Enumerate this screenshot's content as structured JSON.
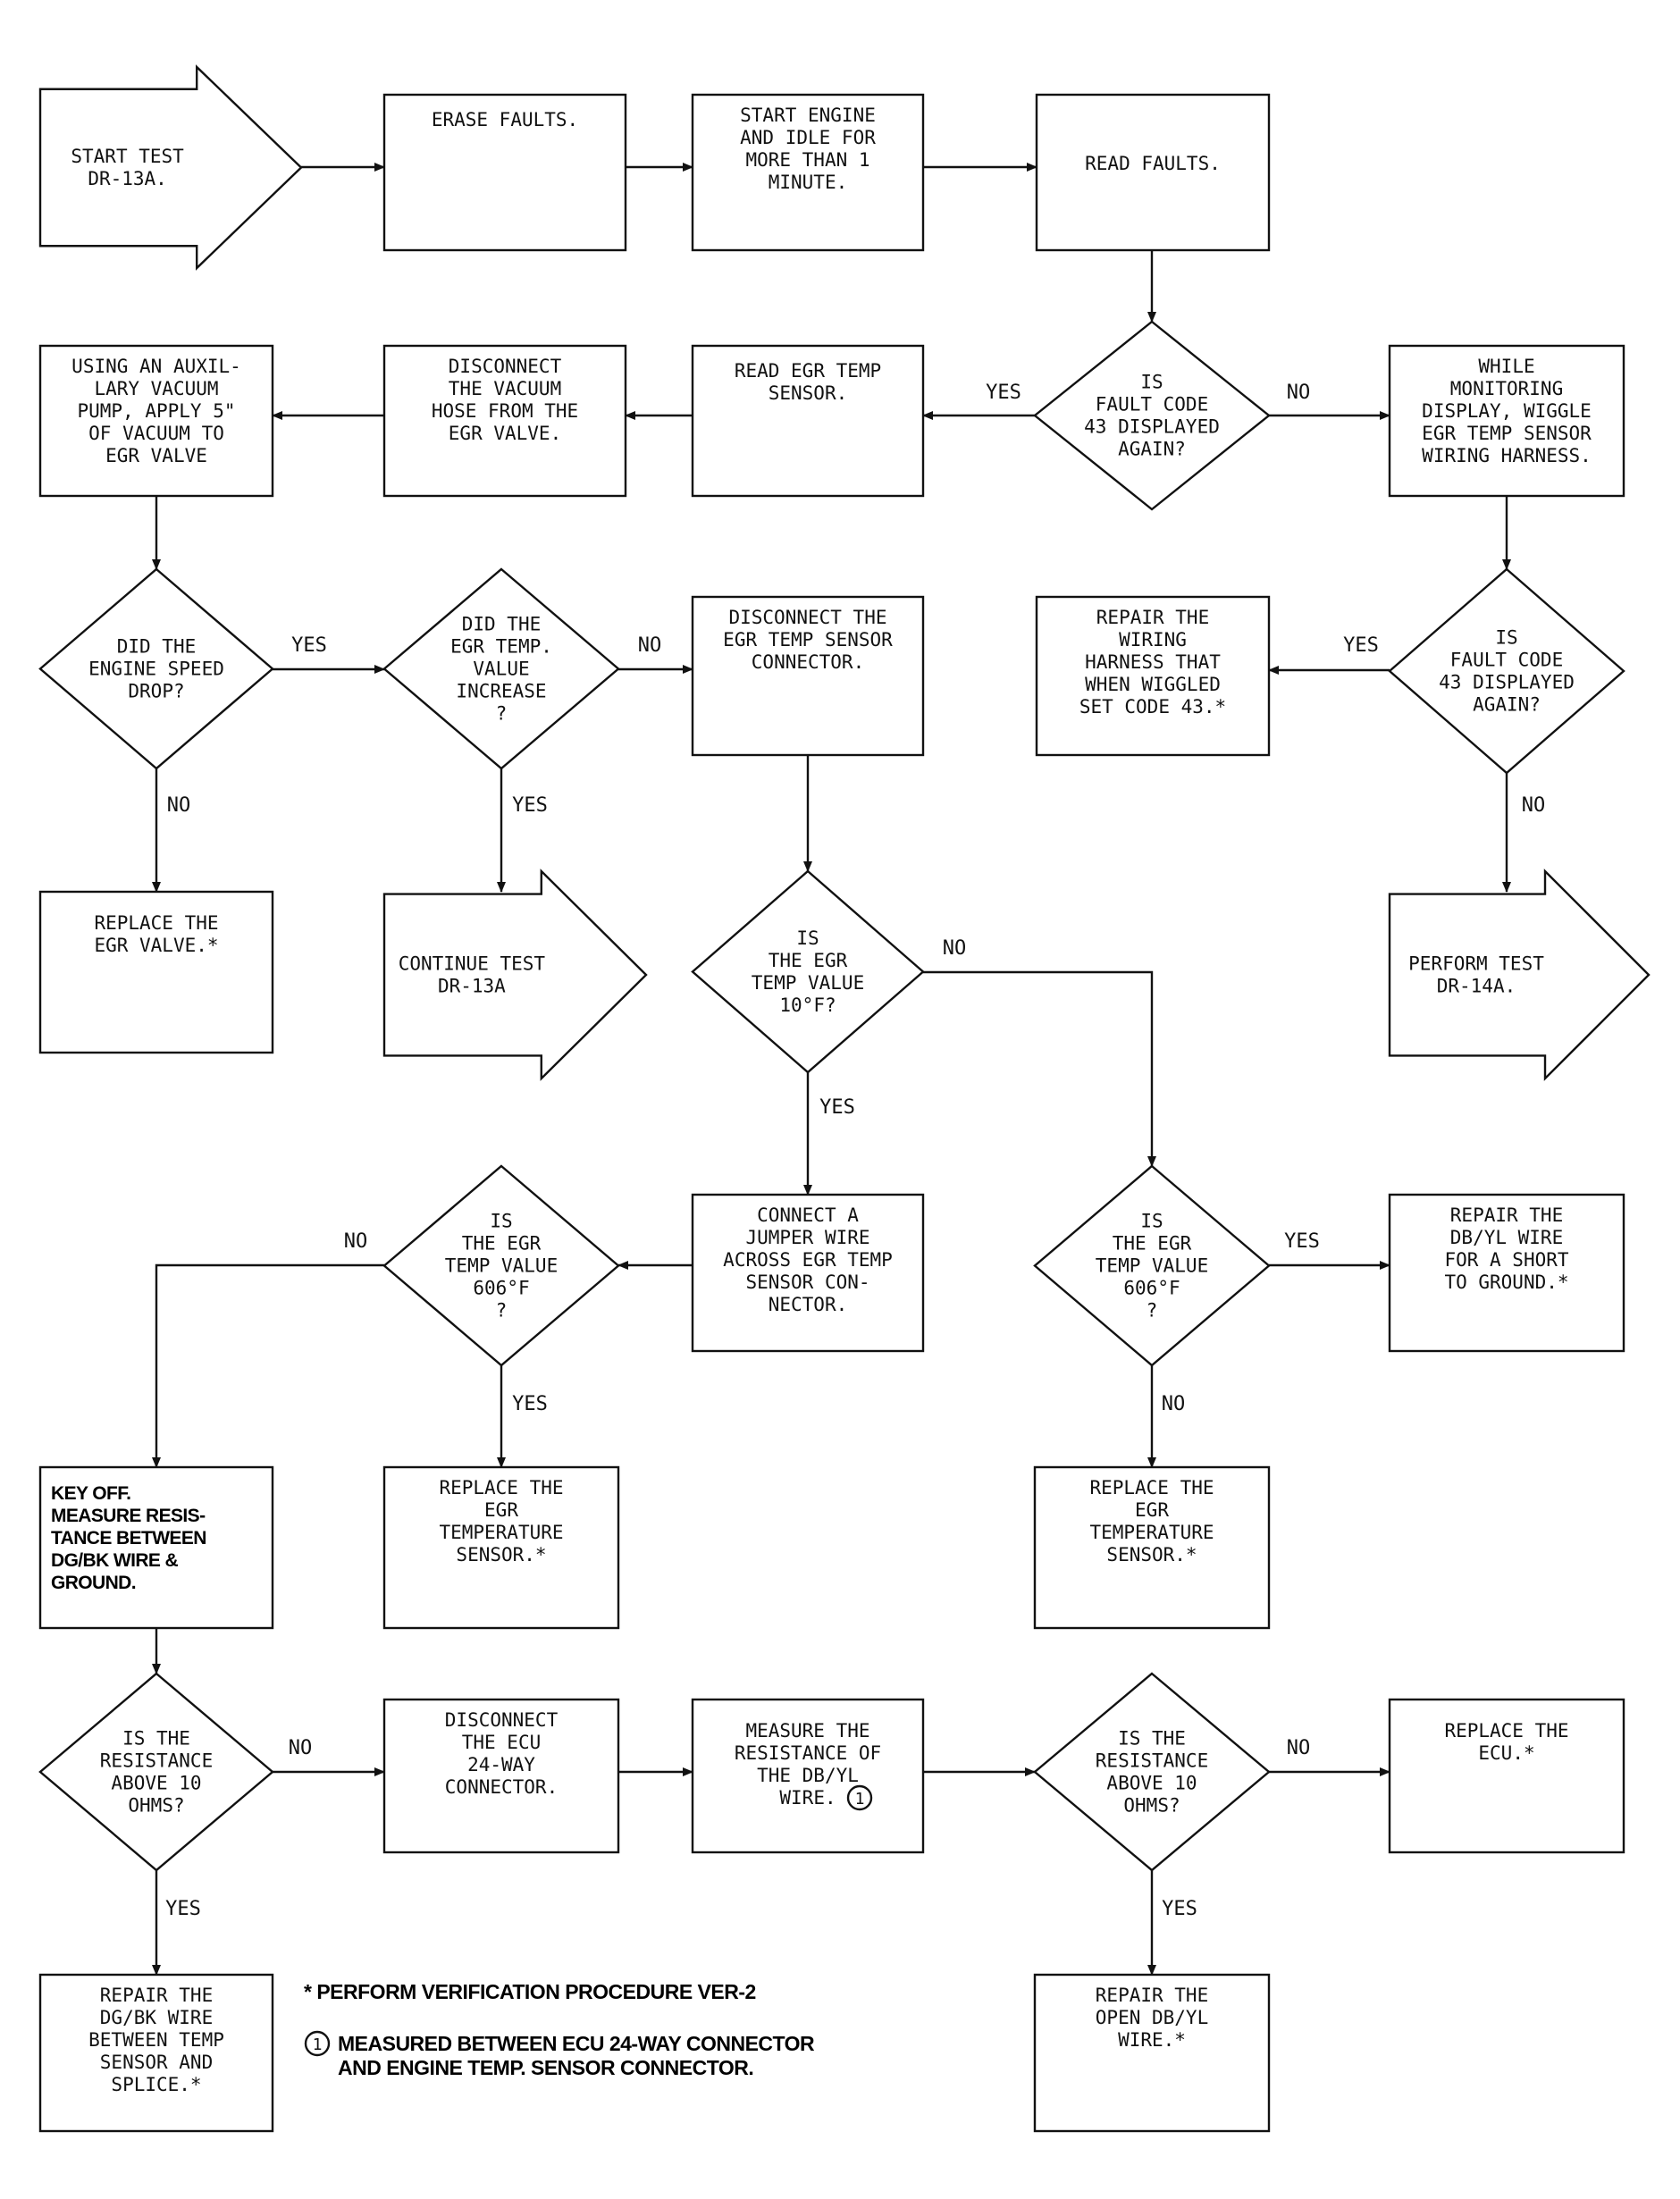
{
  "nodes": [
    {
      "id": "start-test",
      "shape": "arrow",
      "lines": [
        "START TEST",
        "DR-13A."
      ]
    },
    {
      "id": "erase-faults",
      "shape": "box",
      "lines": [
        "ERASE FAULTS."
      ]
    },
    {
      "id": "start-engine",
      "shape": "box",
      "lines": [
        "START ENGINE",
        "AND IDLE FOR",
        "MORE THAN 1",
        "MINUTE."
      ]
    },
    {
      "id": "read-faults",
      "shape": "box",
      "lines": [
        "READ FAULTS."
      ]
    },
    {
      "id": "fault-43-q1",
      "shape": "diamond",
      "lines": [
        "IS",
        "FAULT CODE",
        "43 DISPLAYED",
        "AGAIN?"
      ]
    },
    {
      "id": "read-egr-temp",
      "shape": "box",
      "lines": [
        "READ EGR TEMP",
        "SENSOR."
      ]
    },
    {
      "id": "disconnect-vacuum",
      "shape": "box",
      "lines": [
        "DISCONNECT",
        "THE VACUUM",
        "HOSE FROM THE",
        "EGR VALVE."
      ]
    },
    {
      "id": "aux-vacuum",
      "shape": "box",
      "lines": [
        "USING AN AUXIL-",
        "LARY VACUUM",
        "PUMP, APPLY 5\"",
        "OF VACUUM TO",
        "EGR VALVE"
      ]
    },
    {
      "id": "wiggle-harness",
      "shape": "box",
      "lines": [
        "WHILE",
        "MONITORING",
        "DISPLAY, WIGGLE",
        "EGR TEMP SENSOR",
        "WIRING HARNESS."
      ]
    },
    {
      "id": "engine-speed-q",
      "shape": "diamond",
      "lines": [
        "DID THE",
        "ENGINE SPEED",
        "DROP?"
      ]
    },
    {
      "id": "egr-increase-q",
      "shape": "diamond",
      "lines": [
        "DID THE",
        "EGR TEMP.",
        "VALUE",
        "INCREASE",
        "?"
      ]
    },
    {
      "id": "disconnect-sensor",
      "shape": "box",
      "lines": [
        "DISCONNECT THE",
        "EGR TEMP SENSOR",
        "CONNECTOR."
      ]
    },
    {
      "id": "repair-harness",
      "shape": "box",
      "lines": [
        "REPAIR THE",
        "WIRING",
        "HARNESS THAT",
        "WHEN WIGGLED",
        "SET CODE 43.*"
      ]
    },
    {
      "id": "fault-43-q2",
      "shape": "diamond",
      "lines": [
        "IS",
        "FAULT CODE",
        "43 DISPLAYED",
        "AGAIN?"
      ]
    },
    {
      "id": "replace-egr-valve",
      "shape": "box",
      "lines": [
        "REPLACE THE",
        "EGR VALVE.*"
      ]
    },
    {
      "id": "continue-test",
      "shape": "arrow",
      "lines": [
        "CONTINUE TEST",
        "DR-13A"
      ]
    },
    {
      "id": "temp-10-q",
      "shape": "diamond",
      "lines": [
        "IS",
        "THE EGR",
        "TEMP VALUE",
        "10°F?"
      ]
    },
    {
      "id": "perform-test",
      "shape": "arrow",
      "lines": [
        "PERFORM TEST",
        "DR-14A."
      ]
    },
    {
      "id": "temp-606-q-left",
      "shape": "diamond",
      "lines": [
        "IS",
        "THE EGR",
        "TEMP VALUE",
        "606°F",
        "?"
      ]
    },
    {
      "id": "connect-jumper",
      "shape": "box",
      "lines": [
        "CONNECT A",
        "JUMPER WIRE",
        "ACROSS EGR TEMP",
        "SENSOR CON-",
        "NECTOR."
      ]
    },
    {
      "id": "temp-606-q-right",
      "shape": "diamond",
      "lines": [
        "IS",
        "THE EGR",
        "TEMP VALUE",
        "606°F",
        "?"
      ]
    },
    {
      "id": "repair-dbyl-short",
      "shape": "box",
      "lines": [
        "REPAIR THE",
        "DB/YL WIRE",
        "FOR A SHORT",
        "TO GROUND.*"
      ]
    },
    {
      "id": "key-off-measure",
      "shape": "box-bold",
      "lines": [
        "KEY OFF.",
        "MEASURE RESIS-",
        "TANCE BETWEEN",
        "DG/BK WIRE &",
        "GROUND."
      ]
    },
    {
      "id": "replace-sensor-left",
      "shape": "box",
      "lines": [
        "REPLACE THE",
        "EGR",
        "TEMPERATURE",
        "SENSOR.*"
      ]
    },
    {
      "id": "replace-sensor-right",
      "shape": "box",
      "lines": [
        "REPLACE THE",
        "EGR",
        "TEMPERATURE",
        "SENSOR.*"
      ]
    },
    {
      "id": "resistance-q-left",
      "shape": "diamond",
      "lines": [
        "IS THE",
        "RESISTANCE",
        "ABOVE 10",
        "OHMS?"
      ]
    },
    {
      "id": "disconnect-ecu",
      "shape": "box",
      "lines": [
        "DISCONNECT",
        "THE ECU",
        "24-WAY",
        "CONNECTOR."
      ]
    },
    {
      "id": "measure-dbyl",
      "shape": "box",
      "lines": [
        "MEASURE THE",
        "RESISTANCE OF",
        "THE DB/YL",
        "WIRE."
      ],
      "circled_note": "1"
    },
    {
      "id": "resistance-q-right",
      "shape": "diamond",
      "lines": [
        "IS THE",
        "RESISTANCE",
        "ABOVE 10",
        "OHMS?"
      ]
    },
    {
      "id": "replace-ecu",
      "shape": "box",
      "lines": [
        "REPLACE THE",
        "ECU.*"
      ]
    },
    {
      "id": "repair-dgbk",
      "shape": "box",
      "lines": [
        "REPAIR THE",
        "DG/BK WIRE",
        "BETWEEN TEMP",
        "SENSOR AND",
        "SPLICE.*"
      ]
    },
    {
      "id": "repair-open-dbyl",
      "shape": "box",
      "lines": [
        "REPAIR THE",
        "OPEN DB/YL",
        "WIRE.*"
      ]
    }
  ],
  "edge_labels": {
    "yes": "YES",
    "no": "NO"
  },
  "edges": [
    {
      "from": "start-test",
      "to": "erase-faults"
    },
    {
      "from": "erase-faults",
      "to": "start-engine"
    },
    {
      "from": "start-engine",
      "to": "read-faults"
    },
    {
      "from": "read-faults",
      "to": "fault-43-q1"
    },
    {
      "from": "fault-43-q1",
      "to": "read-egr-temp",
      "label": "YES"
    },
    {
      "from": "fault-43-q1",
      "to": "wiggle-harness",
      "label": "NO"
    },
    {
      "from": "read-egr-temp",
      "to": "disconnect-vacuum"
    },
    {
      "from": "disconnect-vacuum",
      "to": "aux-vacuum"
    },
    {
      "from": "aux-vacuum",
      "to": "engine-speed-q"
    },
    {
      "from": "engine-speed-q",
      "to": "egr-increase-q",
      "label": "YES"
    },
    {
      "from": "engine-speed-q",
      "to": "replace-egr-valve",
      "label": "NO"
    },
    {
      "from": "egr-increase-q",
      "to": "disconnect-sensor",
      "label": "NO"
    },
    {
      "from": "egr-increase-q",
      "to": "continue-test",
      "label": "YES"
    },
    {
      "from": "wiggle-harness",
      "to": "fault-43-q2"
    },
    {
      "from": "fault-43-q2",
      "to": "repair-harness",
      "label": "YES"
    },
    {
      "from": "fault-43-q2",
      "to": "perform-test",
      "label": "NO"
    },
    {
      "from": "disconnect-sensor",
      "to": "temp-10-q"
    },
    {
      "from": "temp-10-q",
      "to": "connect-jumper",
      "label": "YES"
    },
    {
      "from": "temp-10-q",
      "to": "temp-606-q-right",
      "label": "NO"
    },
    {
      "from": "connect-jumper",
      "to": "temp-606-q-left"
    },
    {
      "from": "temp-606-q-left",
      "to": "replace-sensor-left",
      "label": "YES"
    },
    {
      "from": "temp-606-q-left",
      "to": "key-off-measure",
      "label": "NO"
    },
    {
      "from": "temp-606-q-right",
      "to": "repair-dbyl-short",
      "label": "YES"
    },
    {
      "from": "temp-606-q-right",
      "to": "replace-sensor-right",
      "label": "NO"
    },
    {
      "from": "key-off-measure",
      "to": "resistance-q-left"
    },
    {
      "from": "resistance-q-left",
      "to": "disconnect-ecu",
      "label": "NO"
    },
    {
      "from": "resistance-q-left",
      "to": "repair-dgbk",
      "label": "YES"
    },
    {
      "from": "disconnect-ecu",
      "to": "measure-dbyl"
    },
    {
      "from": "measure-dbyl",
      "to": "resistance-q-right"
    },
    {
      "from": "resistance-q-right",
      "to": "replace-ecu",
      "label": "NO"
    },
    {
      "from": "resistance-q-right",
      "to": "repair-open-dbyl",
      "label": "YES"
    }
  ],
  "notes": {
    "verification": "* PERFORM VERIFICATION PROCEDURE VER-2",
    "measured_line1": "MEASURED BETWEEN ECU 24-WAY CONNECTOR",
    "measured_line2": "AND ENGINE TEMP. SENSOR CONNECTOR.",
    "measured_marker": "1"
  }
}
